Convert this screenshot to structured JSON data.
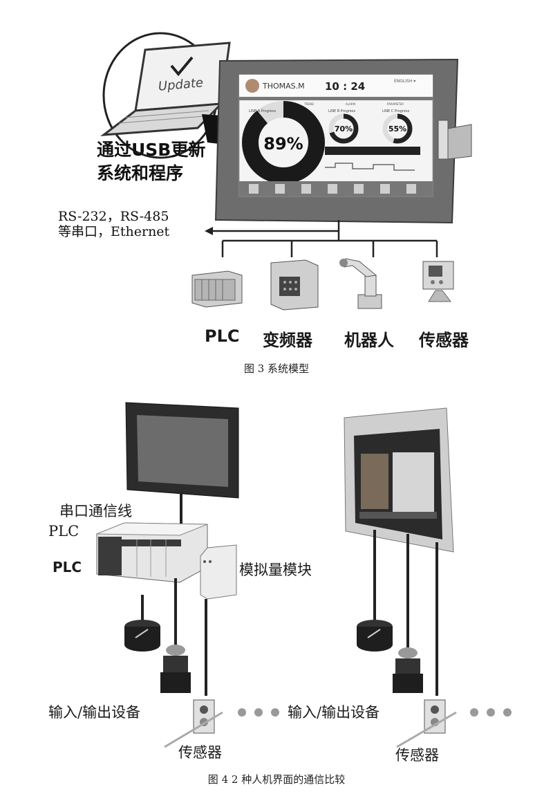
{
  "figure3": {
    "laptop_text": "Update",
    "usb_label_line1": "通过USB更新",
    "usb_label_line2": "系统和程序",
    "hmi": {
      "user": "THOMAS.M",
      "time": "10 : 24",
      "lang": "ENGLISH ▾",
      "tabs": [
        "",
        "TREND",
        "ALARM",
        "PARAMETER"
      ],
      "big_gauge_title": "LINE A Progress",
      "big_gauge_value": "89%",
      "gauge_b_title": "LINE B Progress",
      "gauge_b_value": "70%",
      "gauge_c_title": "LINE C Progress",
      "gauge_c_value": "55%"
    },
    "comm_line1": "RS-232，RS-485",
    "comm_line2": "等串口，Ethernet",
    "devices": [
      "PLC",
      "变频器",
      "机器人",
      "传感器"
    ],
    "caption": "图 3 系统模型"
  },
  "figure4": {
    "serial_line_label": "串口通信线",
    "plc_label_top": "PLC",
    "plc_label_bold": "PLC",
    "analog_module_label": "模拟量模块",
    "io_label_left": "输入/输出设备",
    "io_label_right": "输入/输出设备",
    "sensor_label_left": "传感器",
    "sensor_label_right": "传感器",
    "caption": "图 4  2 种人机界面的通信比较"
  }
}
